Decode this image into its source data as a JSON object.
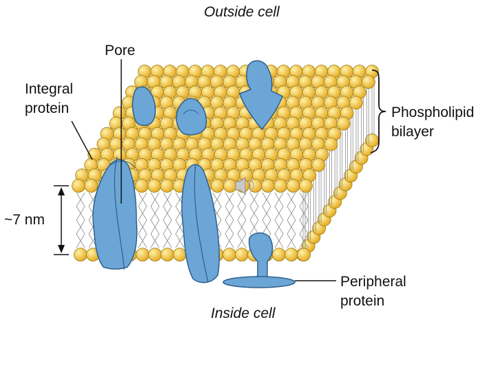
{
  "labels": {
    "outside_cell": "Outside cell",
    "pore": "Pore",
    "integral_protein_line1": "Integral",
    "integral_protein_line2": "protein",
    "phospholipid_line1": "Phospholipid",
    "phospholipid_line2": "bilayer",
    "thickness": "~7 nm",
    "peripheral_line1": "Peripheral",
    "peripheral_line2": "protein",
    "inside_cell": "Inside cell"
  },
  "colors": {
    "lipid_head": "#F2C43A",
    "lipid_head_stroke": "#9A7A14",
    "protein": "#6BA6D6",
    "protein_stroke": "#2D5F8C",
    "tail": "#8A8A8A",
    "line": "#111111"
  },
  "icons": {
    "speaker": "speaker-icon"
  }
}
